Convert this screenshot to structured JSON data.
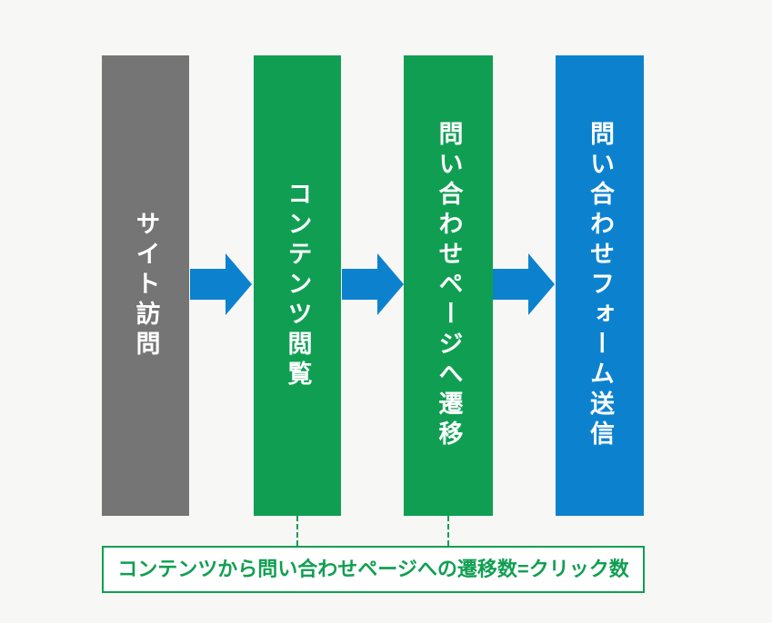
{
  "diagram": {
    "background_color": "#f7f7f5",
    "steps": [
      {
        "label": "サイト訪問",
        "color": "#757575"
      },
      {
        "label": "コンテンツ閲覧",
        "color": "#109f52"
      },
      {
        "label": "問い合わせページへ遷移",
        "color": "#109f52"
      },
      {
        "label": "問い合わせフォーム送信",
        "color": "#0c82cf"
      }
    ],
    "arrow": {
      "icon": "arrow-right-icon",
      "color": "#0c82cf"
    },
    "annotation": {
      "text": "コンテンツから問い合わせページへの遷移数=クリック数",
      "text_color": "#109f52",
      "border_color": "#109f52",
      "background_color": "#ffffff"
    }
  }
}
